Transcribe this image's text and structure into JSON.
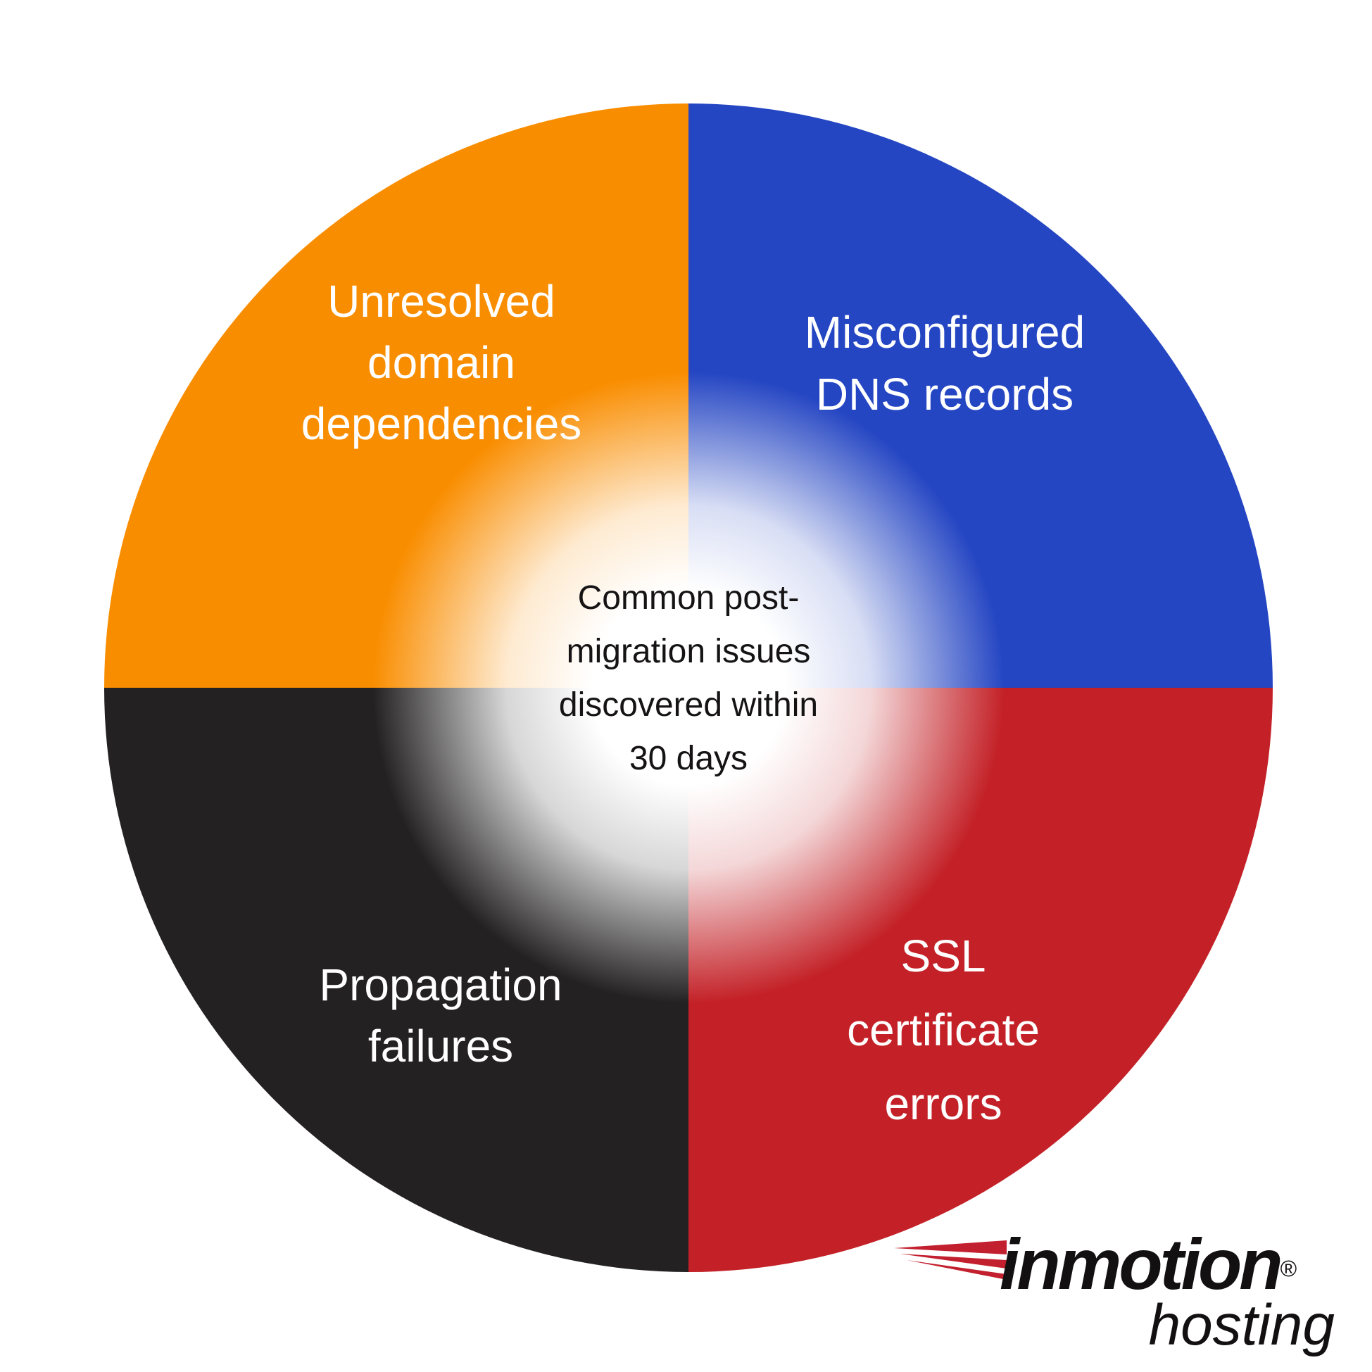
{
  "chart_data": {
    "type": "pie",
    "title": "Common post-migration issues discovered within 30 days",
    "note": "four equal quadrants, no numeric values labeled",
    "legend_position": "none",
    "segments": [
      {
        "label": "Unresolved domain dependencies",
        "value": 25,
        "color": "#F98D00"
      },
      {
        "label": "Misconfigured DNS records",
        "value": 25,
        "color": "#2546C3"
      },
      {
        "label": "SSL certificate errors",
        "value": 25,
        "color": "#C32127"
      },
      {
        "label": "Propagation failures",
        "value": 25,
        "color": "#232122"
      }
    ]
  },
  "center": {
    "lines": [
      "Common post-",
      "migration issues",
      "discovered within",
      "30 days"
    ],
    "text_color": "#151314",
    "glow_color": "#ffffff"
  },
  "quadrants": [
    {
      "id": "unresolved-domain-dependencies",
      "color": "#F98D00",
      "lines": [
        "Unresolved",
        "domain",
        "dependencies"
      ]
    },
    {
      "id": "misconfigured-dns-records",
      "color": "#2546C3",
      "lines": [
        "Misconfigured",
        "DNS records"
      ]
    },
    {
      "id": "propagation-failures",
      "color": "#232122",
      "lines": [
        "Propagation",
        "failures"
      ]
    },
    {
      "id": "ssl-certificate-errors",
      "color": "#C32127",
      "lines": [
        "SSL",
        "certificate",
        "errors"
      ]
    }
  ],
  "logo": {
    "brand": "inmotion",
    "registered_mark": "®",
    "subbrand": "hosting",
    "text_color": "#131011",
    "speedline_color": "#C2202E"
  }
}
